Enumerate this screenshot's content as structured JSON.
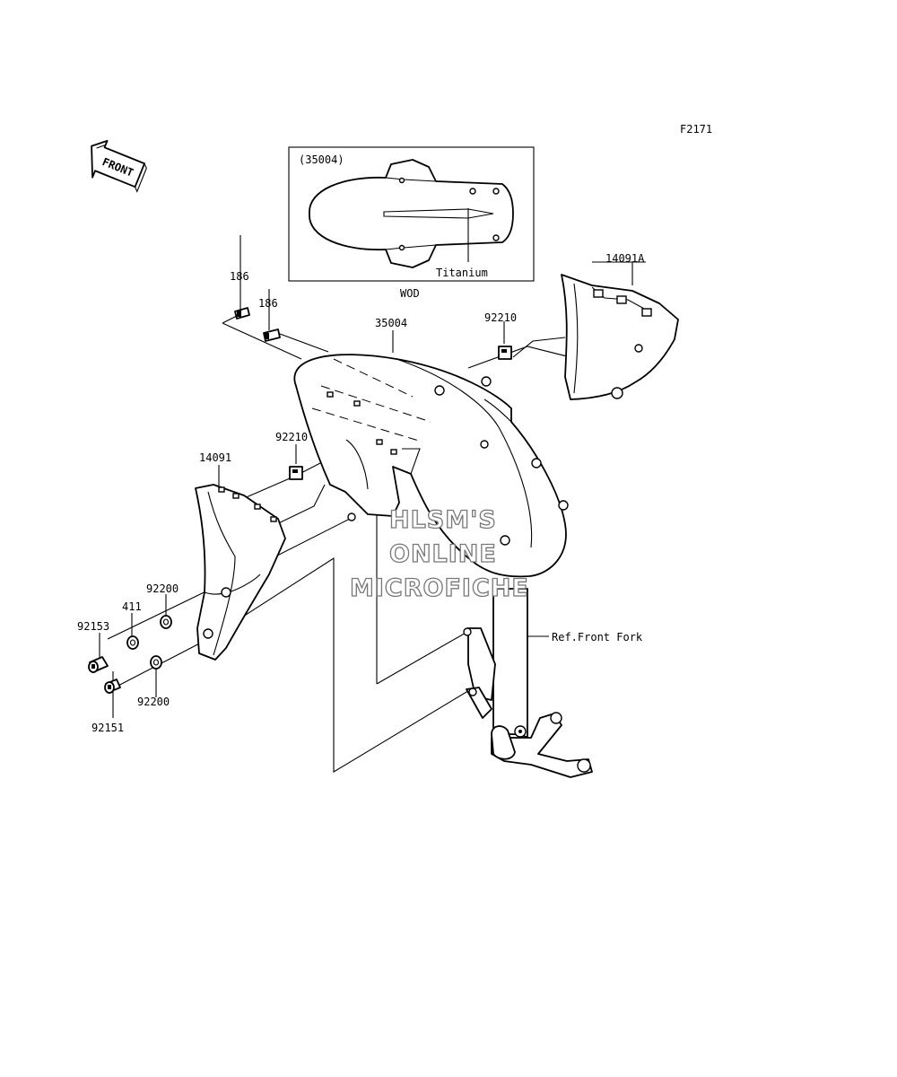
{
  "figure_code": "F2171",
  "front_badge": "FRONT",
  "inset": {
    "part_ref": "(35004)",
    "note": "Titanium",
    "variant": "WOD"
  },
  "parts": {
    "bolt_186_upper": "186",
    "bolt_186_lower": "186",
    "fender": "35004",
    "nut_92210_right": "92210",
    "cover_right": "14091A",
    "nut_92210_left": "92210",
    "cover_left": "14091",
    "washer_92200_upper": "92200",
    "washer_411": "411",
    "bolt_92153": "92153",
    "washer_92200_lower": "92200",
    "bolt_92151": "92151"
  },
  "reference": "Ref.Front Fork",
  "watermark": [
    "HLSM'S",
    "ONLINE",
    "MICROFICHE"
  ]
}
